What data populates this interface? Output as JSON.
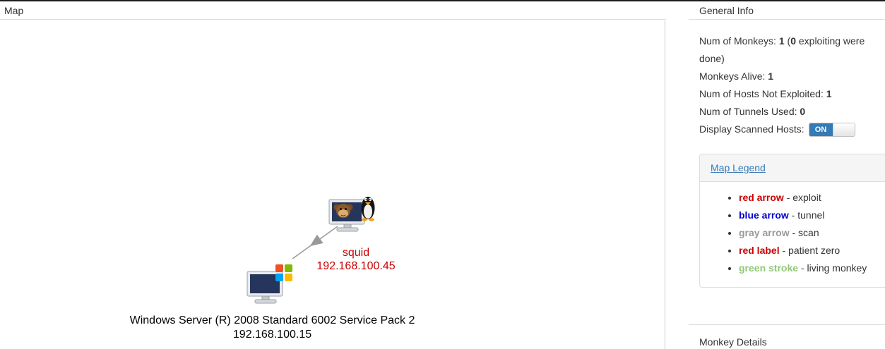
{
  "map": {
    "title": "Map",
    "nodes": {
      "monkey": {
        "icon": "monkey-linux-host-icon",
        "hostname": "squid",
        "ip": "192.168.100.45",
        "label_color": "#cc0000"
      },
      "windows": {
        "icon": "windows-host-icon",
        "hostname": "Windows Server (R) 2008 Standard 6002 Service Pack 2",
        "ip": "192.168.100.15",
        "label_color": "#000000"
      }
    },
    "edge": {
      "type": "scan",
      "color": "#999999"
    }
  },
  "general_info": {
    "title": "General Info",
    "stats": {
      "monkeys": {
        "label": "Num of Monkeys: ",
        "value": "1",
        "open": " (",
        "exploiting": "0",
        "rest": " exploiting were done)"
      },
      "alive": {
        "label": "Monkeys Alive: ",
        "value": "1"
      },
      "hosts_not_exploited": {
        "label": "Num of Hosts Not Exploited: ",
        "value": "1"
      },
      "tunnels": {
        "label": "Num of Tunnels Used: ",
        "value": "0"
      },
      "display_scanned": {
        "label": "Display Scanned Hosts: ",
        "state": "ON"
      }
    },
    "toggle": {
      "on_label": "ON",
      "on_color": "#337ab7"
    },
    "legend": {
      "title": "Map Legend",
      "items": [
        {
          "term": "red arrow",
          "color": "#cc0000",
          "desc": " - exploit"
        },
        {
          "term": "blue arrow",
          "color": "#0000cc",
          "desc": " - tunnel"
        },
        {
          "term": "gray arrow",
          "color": "#999999",
          "desc": " - scan"
        },
        {
          "term": "red label",
          "color": "#cc0000",
          "desc": " - patient zero"
        },
        {
          "term": "green stroke",
          "color": "#90c978",
          "desc": " - living monkey"
        }
      ]
    }
  },
  "monkey_details": {
    "title": "Monkey Details"
  }
}
